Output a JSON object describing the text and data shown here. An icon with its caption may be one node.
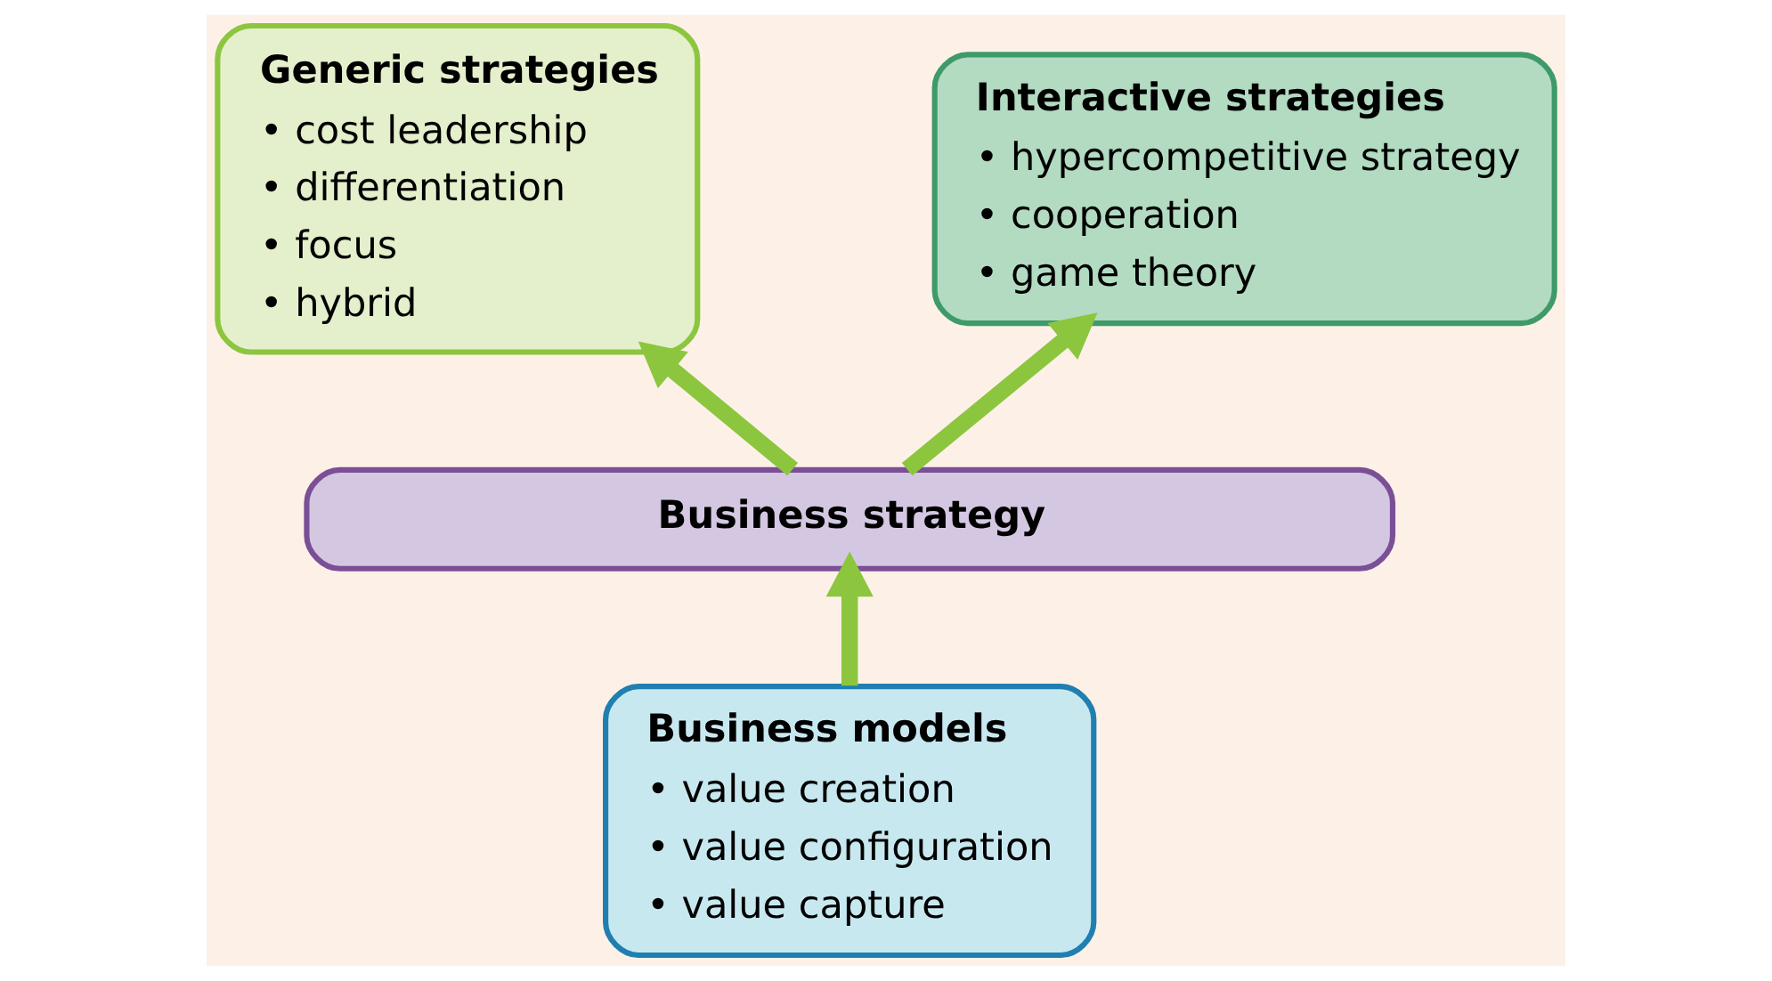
{
  "diagram": {
    "nodes": [
      {
        "text": [
          "Generic strategies",
          "• cost leadership",
          "• differentiation",
          "• focus",
          "• hybrid"
        ]
      },
      {
        "text": [
          "Interactive strategies",
          "• hypercompetitive strategy",
          "• cooperation",
          "• game theory"
        ]
      },
      {
        "text": [
          "Business strategy"
        ]
      },
      {
        "text": [
          "Business models",
          "• value creation",
          "• value configuration",
          "• value capture"
        ]
      }
    ],
    "edges": [
      {
        "from": 2,
        "to": 0,
        "arrow": "to"
      },
      {
        "from": 2,
        "to": 1,
        "arrow": "to"
      },
      {
        "from": 3,
        "to": 2,
        "arrow": "to"
      }
    ]
  }
}
